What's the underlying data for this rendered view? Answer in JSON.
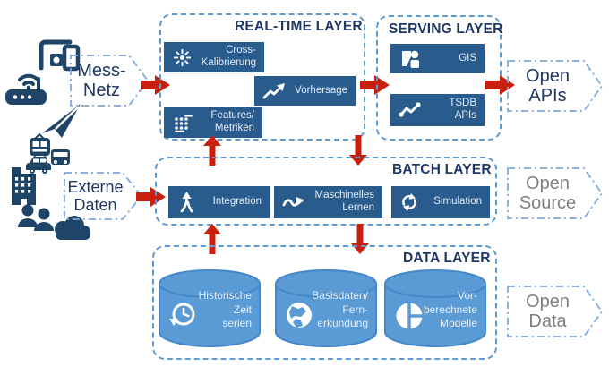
{
  "diagram": {
    "sources": {
      "measurement": {
        "label": "Mess-\nNetz"
      },
      "external": {
        "label": "Externe\nDaten"
      }
    },
    "outputs": [
      {
        "label": "Open\nAPIs"
      },
      {
        "label": "Open\nSource"
      },
      {
        "label": "Open\nData"
      }
    ],
    "layers": {
      "realtime": {
        "title": "REAL-TIME LAYER",
        "boxes": [
          {
            "label": "Cross-\nKalibrierung",
            "icon": "calibration-sparkle-icon"
          },
          {
            "label": "Vorhersage",
            "icon": "trend-up-icon"
          },
          {
            "label": "Features/\nMetriken",
            "icon": "metrics-grid-icon"
          }
        ]
      },
      "serving": {
        "title": "SERVING LAYER",
        "boxes": [
          {
            "label": "GIS",
            "icon": "gis-map-person-icon"
          },
          {
            "label": "TSDB\nAPIs",
            "icon": "timeseries-line-icon"
          }
        ]
      },
      "batch": {
        "title": "BATCH LAYER",
        "boxes": [
          {
            "label": "Integration",
            "icon": "merge-arrow-icon"
          },
          {
            "label": "Maschinelles\nLernen",
            "icon": "wave-arrow-icon"
          },
          {
            "label": "Simulation",
            "icon": "cycle-arrows-icon"
          }
        ]
      },
      "data": {
        "title": "DATA LAYER",
        "cylinders": [
          {
            "label": "Historische\nZeit\nserien",
            "icon": "history-clock-icon"
          },
          {
            "label": "Basisdaten/\nFern-\nerkundung",
            "icon": "globe-icon"
          },
          {
            "label": "Vor-\nberechnete\nModelle",
            "icon": "pie-chart-icon"
          }
        ]
      }
    },
    "source_icon_names": [
      "devices-icon",
      "wifi-router-icon",
      "paper-plane-icon",
      "tram-icon",
      "bus-icon",
      "car-icon",
      "building-icon",
      "people-icon",
      "cloud-icon"
    ],
    "colors": {
      "title_navy": "#1F3864",
      "box_blue": "#2A5B8D",
      "cylinder_blue": "#5B9BD5",
      "arrow_red": "#C9200E",
      "layer_border": "#5B9BD5",
      "callout_border": "#7FA8DC",
      "muted_text": "#7F7F7F"
    }
  }
}
